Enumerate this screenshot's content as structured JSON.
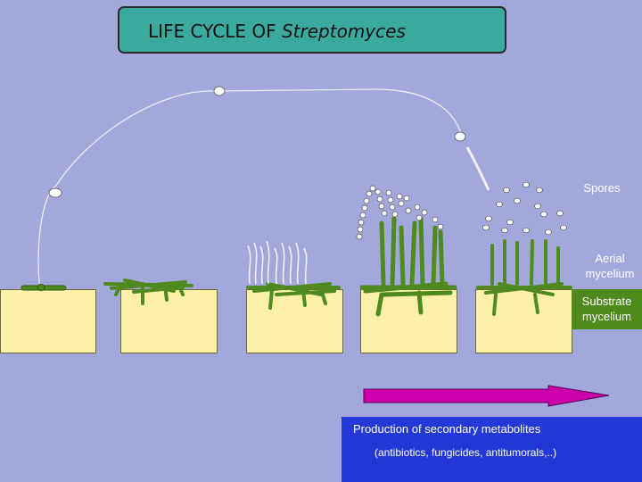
{
  "title": {
    "prefix": "LIFE CYCLE OF ",
    "organism": "Streptomyces"
  },
  "labels": {
    "spores": "Spores",
    "aerial_1": "Aerial",
    "aerial_2": "mycelium",
    "substrate_1": "Substrate",
    "substrate_2": "mycelium"
  },
  "metabolites": {
    "line1": "Production of secondary metabolites",
    "line2": "(antibiotics, fungicides, antitumorals,..)"
  },
  "colors": {
    "background": "#a3a8dc",
    "title_box": "#3aaa9e",
    "soil": "#fdf0a8",
    "hyphae": "#4f8a1f",
    "arrow": "#cc00aa",
    "metabolite_box": "#2438d8",
    "substrate_box": "#4f8a1f"
  }
}
